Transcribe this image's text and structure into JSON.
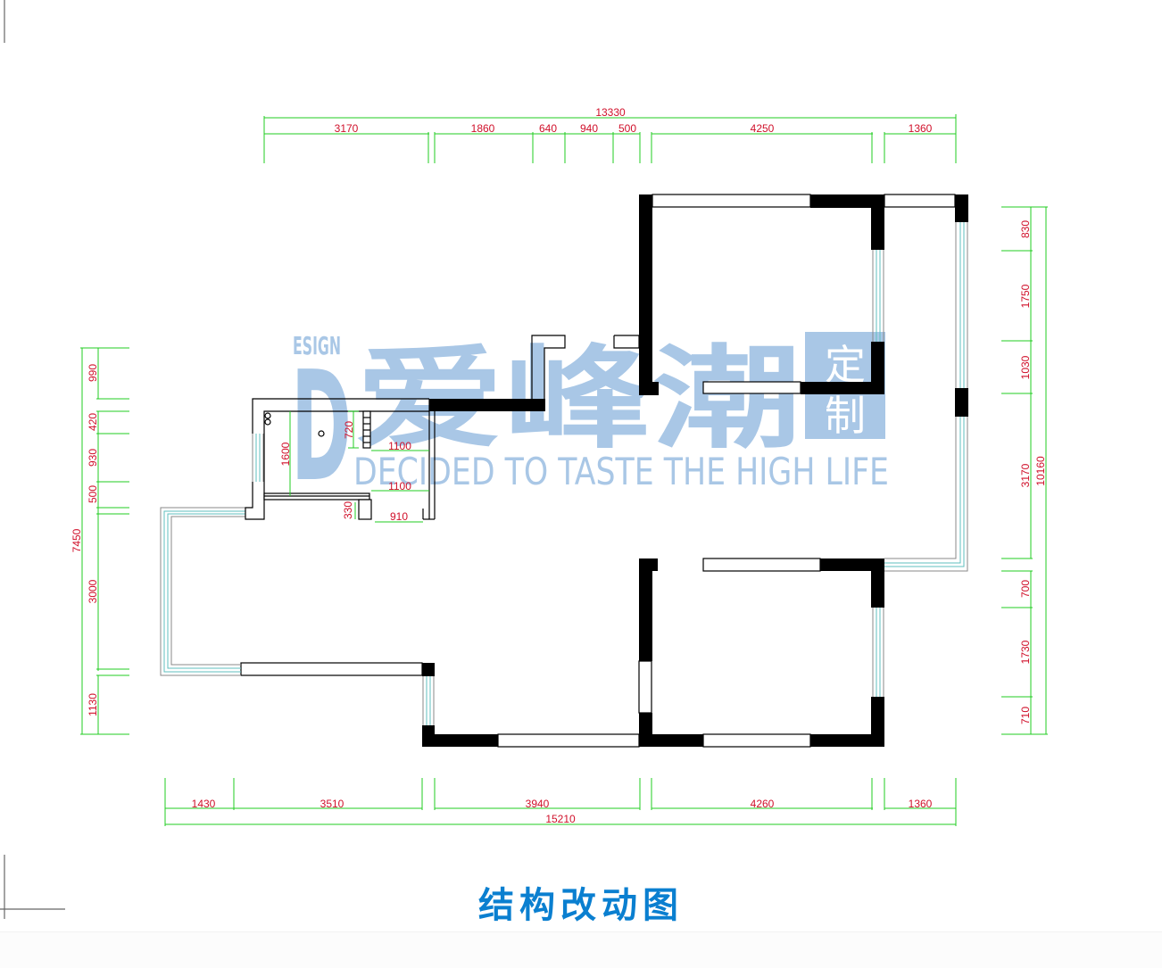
{
  "title": "结构改动图",
  "watermark": {
    "brand_cn": "爱峰潮",
    "side_cn_top": "定",
    "side_cn_bottom": "制",
    "letter": "D",
    "small": "ESIGN",
    "slogan": "DECIDED TO TASTE THE HIGH LIFE"
  },
  "colors": {
    "dimension_line": "#22cc22",
    "dimension_text": "#d0102a",
    "wall": "#000000",
    "window_glass": "#5fbfbf",
    "title": "#0a7fd0",
    "watermark": "#a9c7e6"
  },
  "dimensions": {
    "top_total": "13330",
    "top_segments": [
      "3170",
      "1860",
      "640",
      "940",
      "500",
      "4250",
      "1360"
    ],
    "right_total": "10160",
    "right_segments": [
      "830",
      "1750",
      "1030",
      "3170",
      "700",
      "1730",
      "710"
    ],
    "left_total": "7450",
    "left_segments": [
      "990",
      "420",
      "930",
      "500",
      "3000",
      "1130"
    ],
    "bottom_total": "15210",
    "bottom_segments": [
      "1430",
      "3510",
      "3940",
      "4260",
      "1360"
    ],
    "interior": {
      "bath_height": "1600",
      "niche_height": "720",
      "upper_width": "1100",
      "lower_width": "1100",
      "step_height": "330",
      "door_width": "910"
    }
  }
}
